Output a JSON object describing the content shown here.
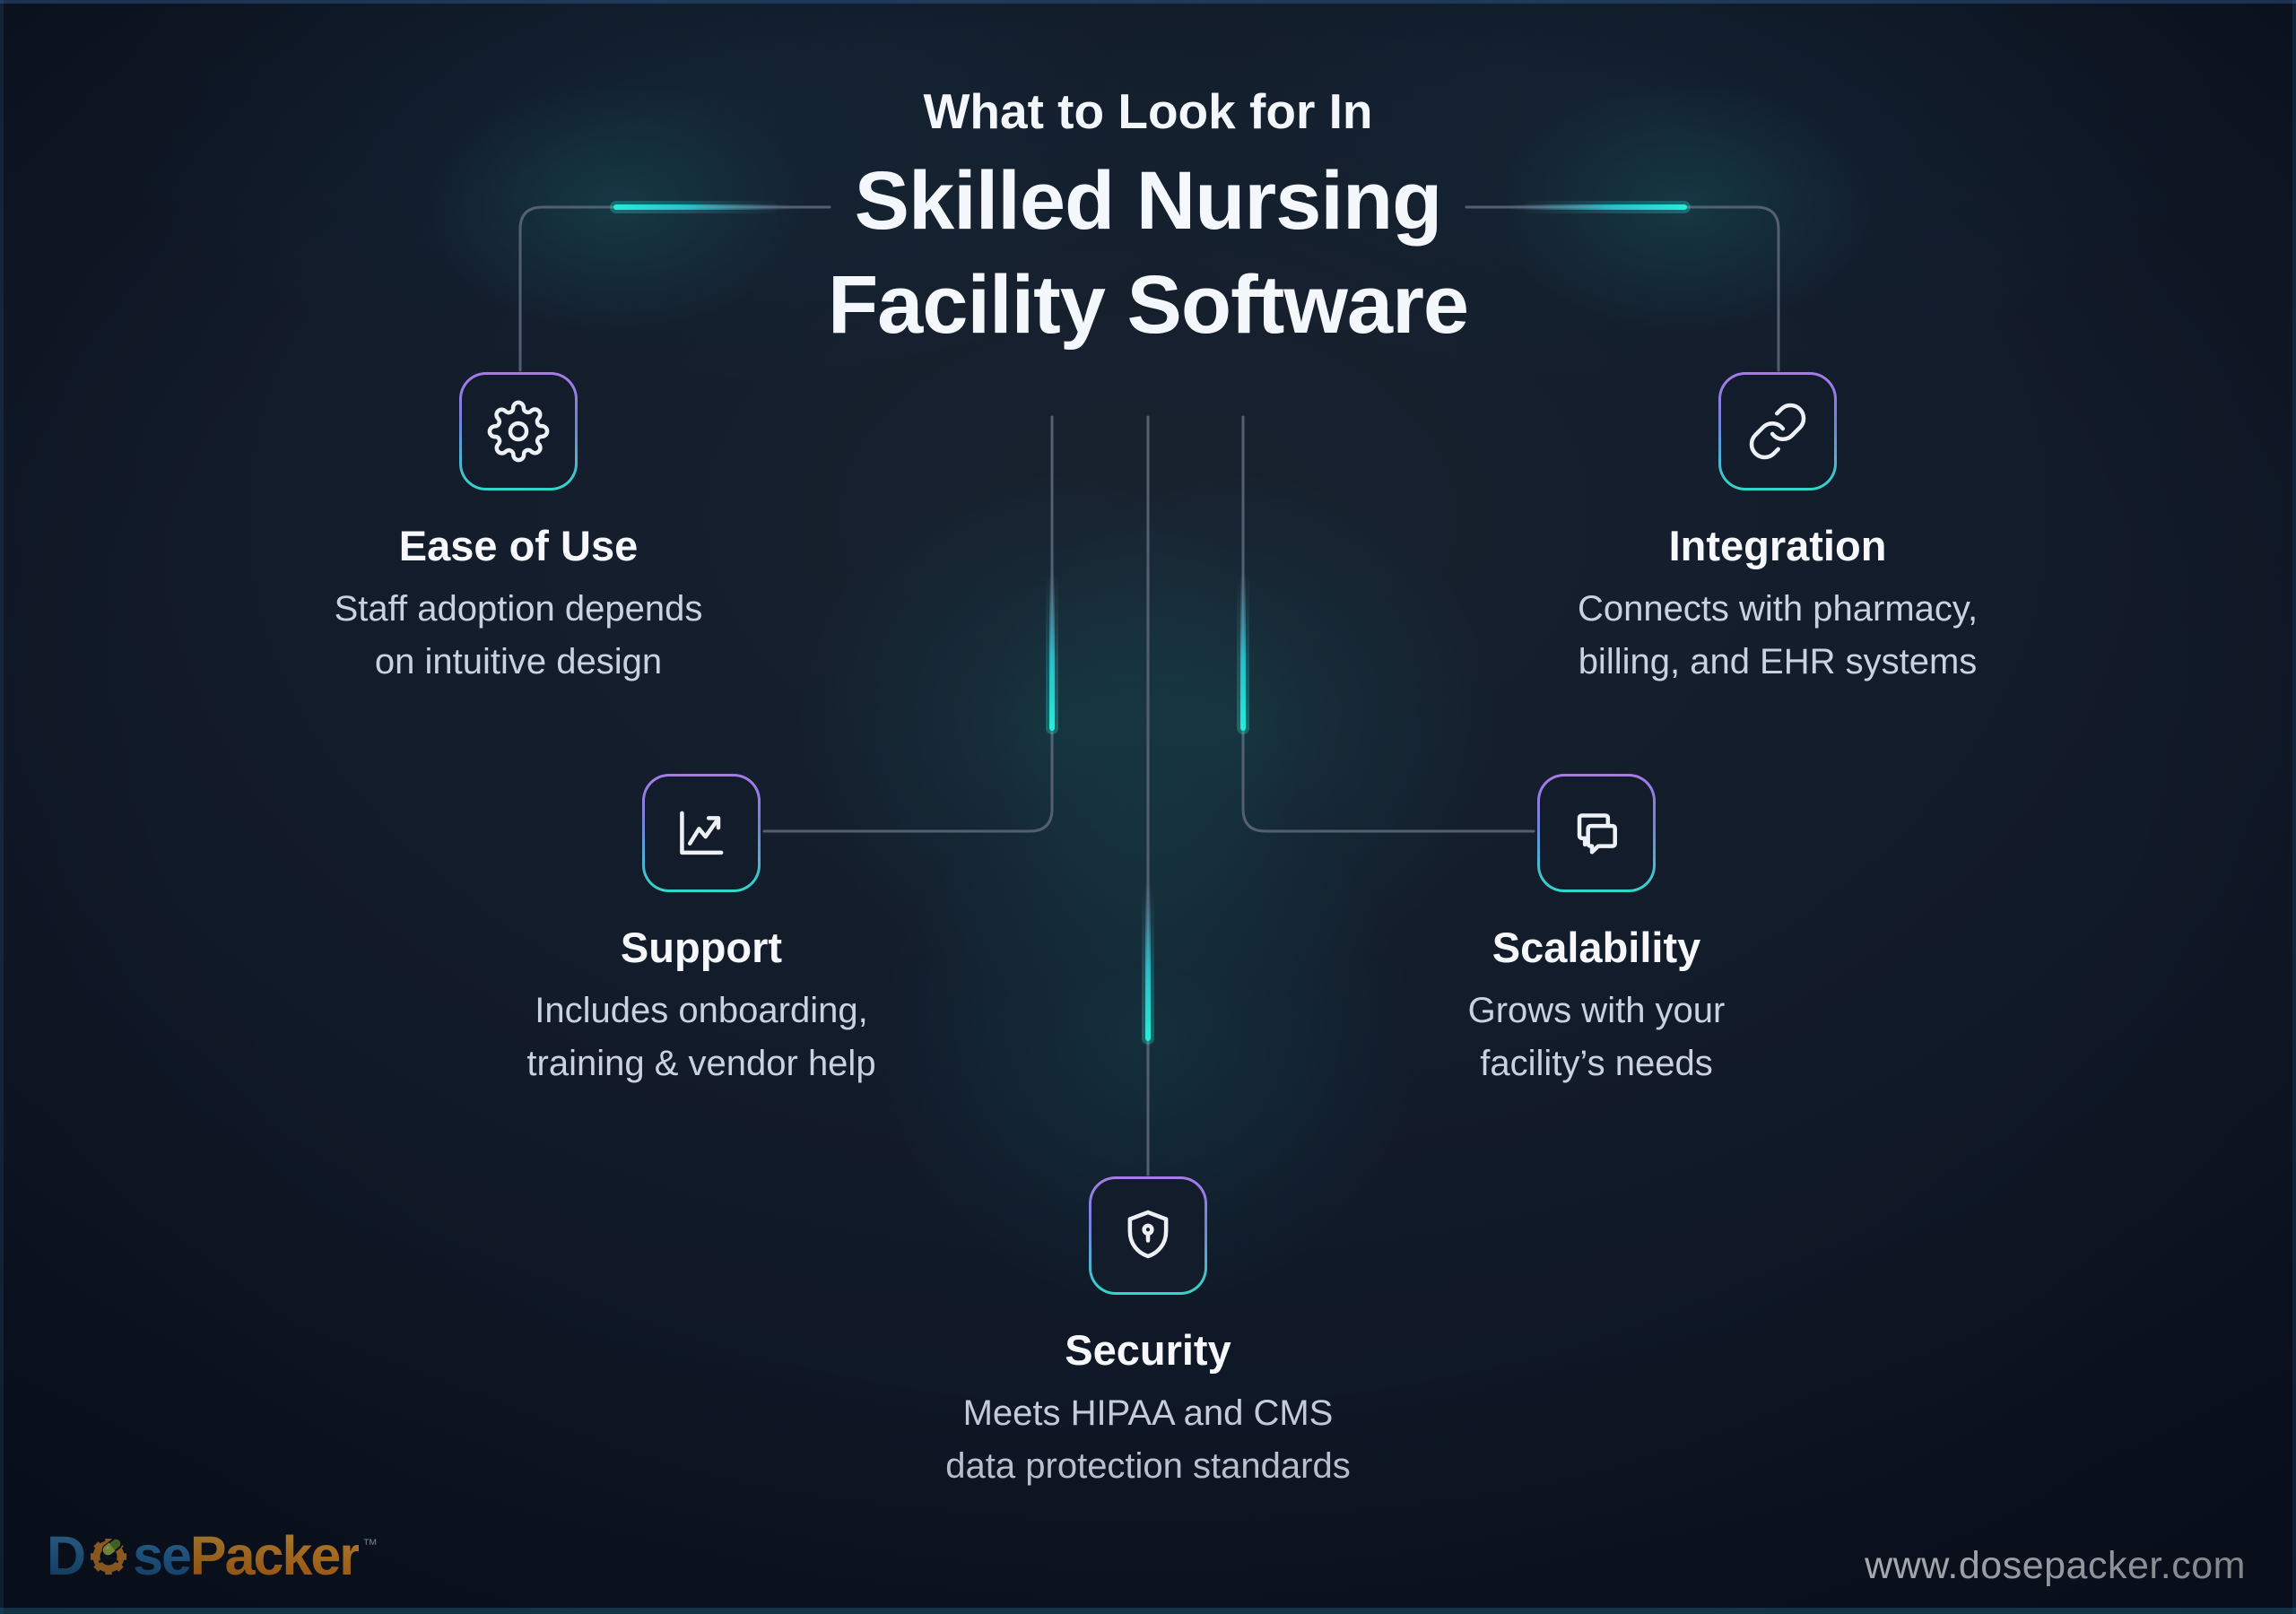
{
  "page": {
    "background": "#121b2a",
    "accent_teal": "#23e5d2",
    "accent_purple": "#a87ae8",
    "connector_gray": "#5b6678"
  },
  "header": {
    "eyebrow": "What to Look for In",
    "title_line1": "Skilled Nursing",
    "title_line2": "Facility Software"
  },
  "cards": [
    {
      "key": "ease-of-use",
      "icon": "gear-icon",
      "title": "Ease of Use",
      "lines": [
        "Staff adoption depends",
        "on intuitive design"
      ]
    },
    {
      "key": "integration",
      "icon": "link-icon",
      "title": "Integration",
      "lines": [
        "Connects with pharmacy,",
        "billing, and EHR systems"
      ]
    },
    {
      "key": "support",
      "icon": "line-chart-icon",
      "title": "Support",
      "lines": [
        "Includes onboarding,",
        "training & vendor help"
      ]
    },
    {
      "key": "scalability",
      "icon": "chat-bubbles-icon",
      "title": "Scalability",
      "lines": [
        "Grows with your",
        "facility’s needs"
      ]
    },
    {
      "key": "security",
      "icon": "shield-keyhole-icon",
      "title": "Security",
      "lines": [
        "Meets HIPAA and CMS",
        "data protection standards"
      ]
    }
  ],
  "footer": {
    "logo": {
      "name": "DosePacker",
      "part_d": "D",
      "part_se": "se",
      "part_packer": "Packer",
      "trademark": "™",
      "blue": "#2e7fc0",
      "orange": "#f7941e"
    },
    "website": "www.dosepacker.com"
  }
}
